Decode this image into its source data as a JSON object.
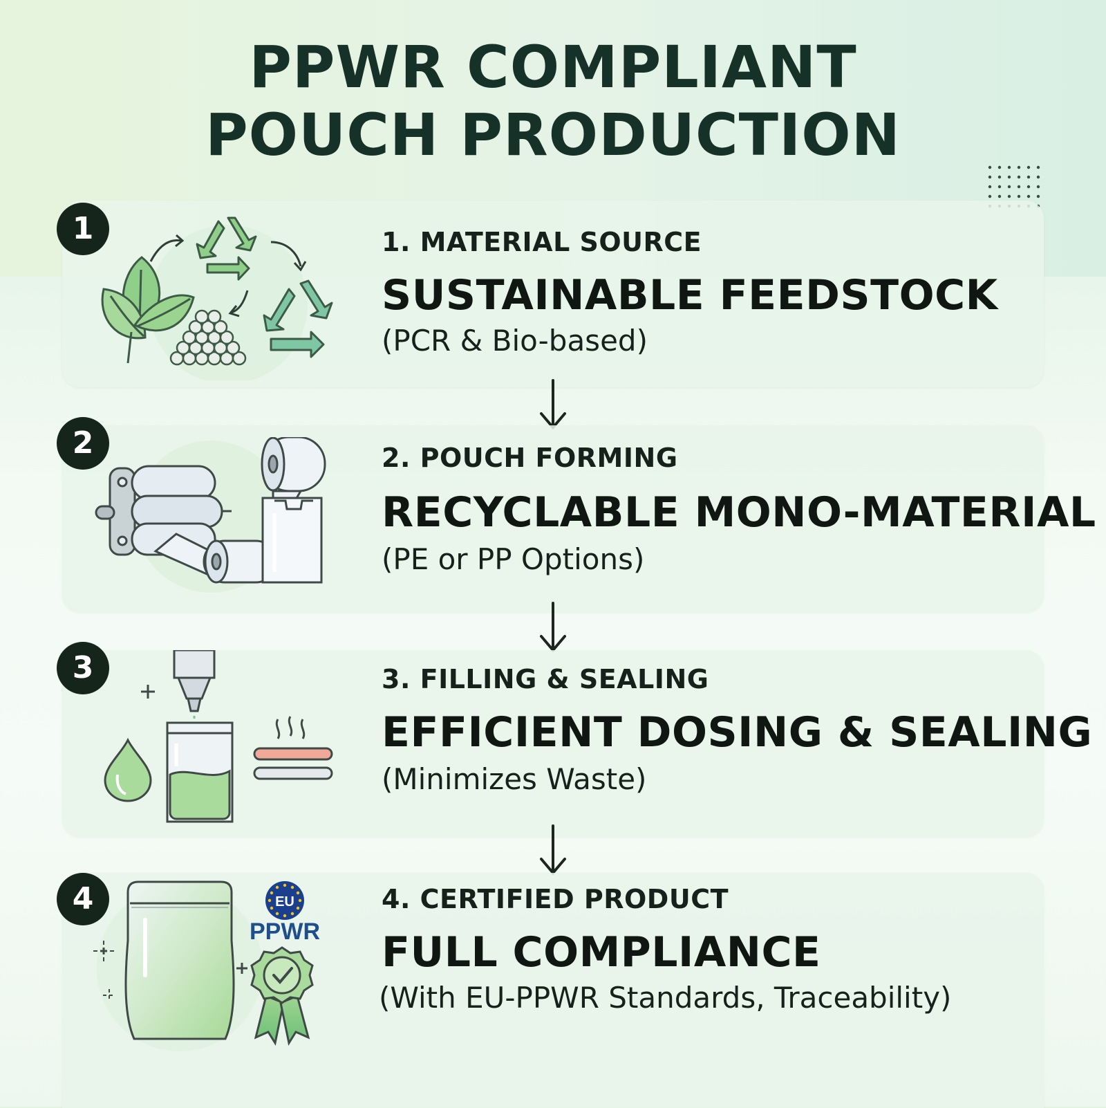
{
  "title": {
    "line1": "PPWR COMPLIANT",
    "line2": "POUCH PRODUCTION"
  },
  "steps": [
    {
      "number": "1",
      "label": "1. MATERIAL SOURCE",
      "heading": "SUSTAINABLE FEEDSTOCK",
      "subtext": "(PCR & Bio-based)",
      "icons": [
        "leaf-icon",
        "recycle-icon",
        "pellets-icon"
      ]
    },
    {
      "number": "2",
      "label": "2. POUCH FORMING",
      "heading": "RECYCLABLE MONO-MATERIAL",
      "subtext": "(PE or PP Options)",
      "icons": [
        "film-roll-icon",
        "rollers-icon",
        "pouch-icon"
      ]
    },
    {
      "number": "3",
      "label": "3. FILLING & SEALING",
      "heading": "EFFICIENT DOSING & SEALING",
      "subtext": "(Minimizes Waste)",
      "icons": [
        "nozzle-icon",
        "droplet-icon",
        "pouch-icon",
        "heat-seal-icon"
      ]
    },
    {
      "number": "4",
      "label": "4. CERTIFIED PRODUCT",
      "heading": "FULL COMPLIANCE",
      "subtext": "(With EU-PPWR Standards, Traceability)",
      "badge_eu": "EU",
      "badge_text": "PPWR",
      "icons": [
        "standup-pouch-icon",
        "eu-badge-icon",
        "certified-rosette-icon"
      ]
    }
  ],
  "colors": {
    "title": "#163127",
    "number_badge": "#15251c",
    "accent_green": "#5fae63",
    "card": "#e8f5ea",
    "eu_blue": "#1b3f8f",
    "ppwr_blue": "#1f4e8c"
  }
}
